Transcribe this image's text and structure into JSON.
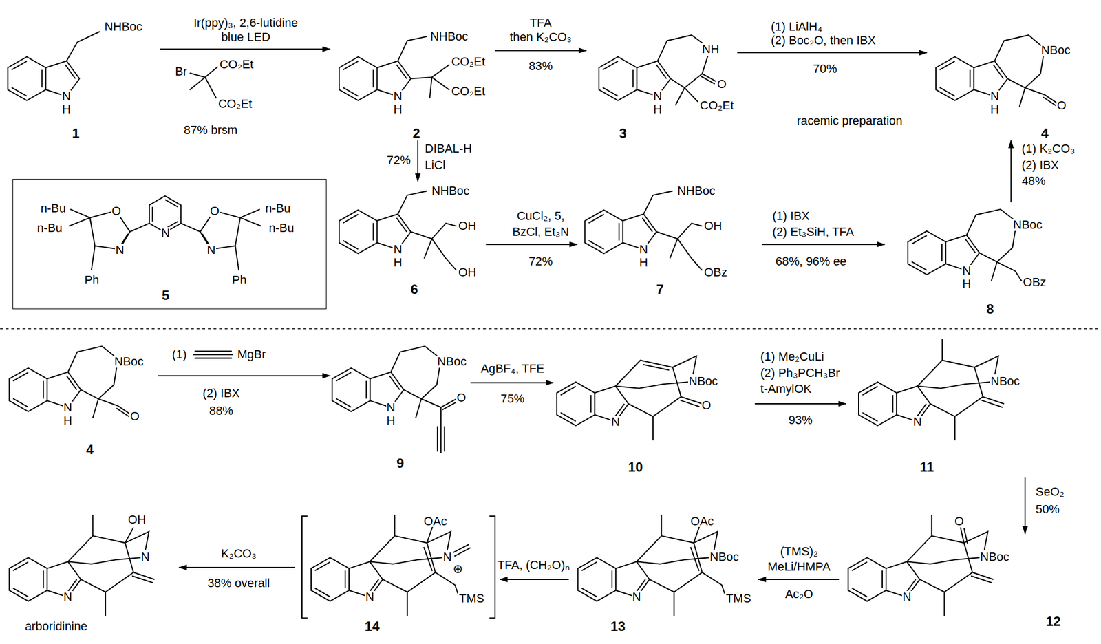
{
  "diagram": {
    "nodes": [
      {
        "text": [
          "n-Bu",
          "n-Bu",
          "O",
          "N",
          "O",
          "n-Bu",
          "n-Bu",
          "N",
          "N",
          "Ph",
          "Ph",
          "5"
        ]
      }
    ],
    "labels": [
      "NHBoc",
      "N",
      "H",
      "1",
      "Ir(ppy)₃, 2,6-lutidine",
      "blue LED",
      "Br",
      "CO₂Et",
      "CO₂Et",
      "87% brsm",
      "NHBoc",
      "CO₂Et",
      "CO₂Et",
      "N",
      "H",
      "2",
      "TFA",
      "then K₂CO₃",
      "83%",
      "NH",
      "O",
      "N",
      "H",
      "CO₂Et",
      "3",
      "(1) LiAlH₄",
      "(2) Boc₂O, then IBX",
      "70%",
      "racemic preparation",
      "NBoc",
      "N",
      "H",
      "O",
      "4",
      "72%",
      "DIBAL-H",
      "LiCl",
      "(1) K₂CO₃",
      "(2) IBX",
      "48%",
      "NHBoc",
      "OH",
      "N",
      "H",
      "OH",
      "6",
      "CuCl₂, 5,",
      "BzCl, Et₃N",
      "72%",
      "NHBoc",
      "OH",
      "N",
      "H",
      "OBz",
      "7",
      "(1) IBX",
      "(2) Et₃SiH, TFA",
      "68%, 96% ee",
      "NBoc",
      "N",
      "H",
      "OBz",
      "8",
      "NBoc",
      "N",
      "H",
      "O",
      "4",
      "(1)",
      "MgBr",
      "(2) IBX",
      "88%",
      "NBoc",
      "N",
      "H",
      "O",
      "9",
      "AgBF₄, TFE",
      "75%",
      "NBoc",
      "O",
      "N",
      "10",
      "(1) Me₂CuLi",
      "(2) Ph₃PCH₃Br",
      "t-AmylOK",
      "93%",
      "NBoc",
      "N",
      "11",
      "SeO₂",
      "50%",
      "O",
      "NBoc",
      "N",
      "12",
      "(TMS)₂",
      "MeLi/HMPA",
      "Ac₂O",
      "OAc",
      "NBoc",
      "N",
      "TMS",
      "13",
      "TFA, (CH₂O)ₙ",
      "OAc",
      "N",
      "⊕",
      "N",
      "TMS",
      "14",
      "K₂CO₃",
      "38% overall",
      "OH",
      "N",
      "N",
      "arboridinine"
    ]
  }
}
